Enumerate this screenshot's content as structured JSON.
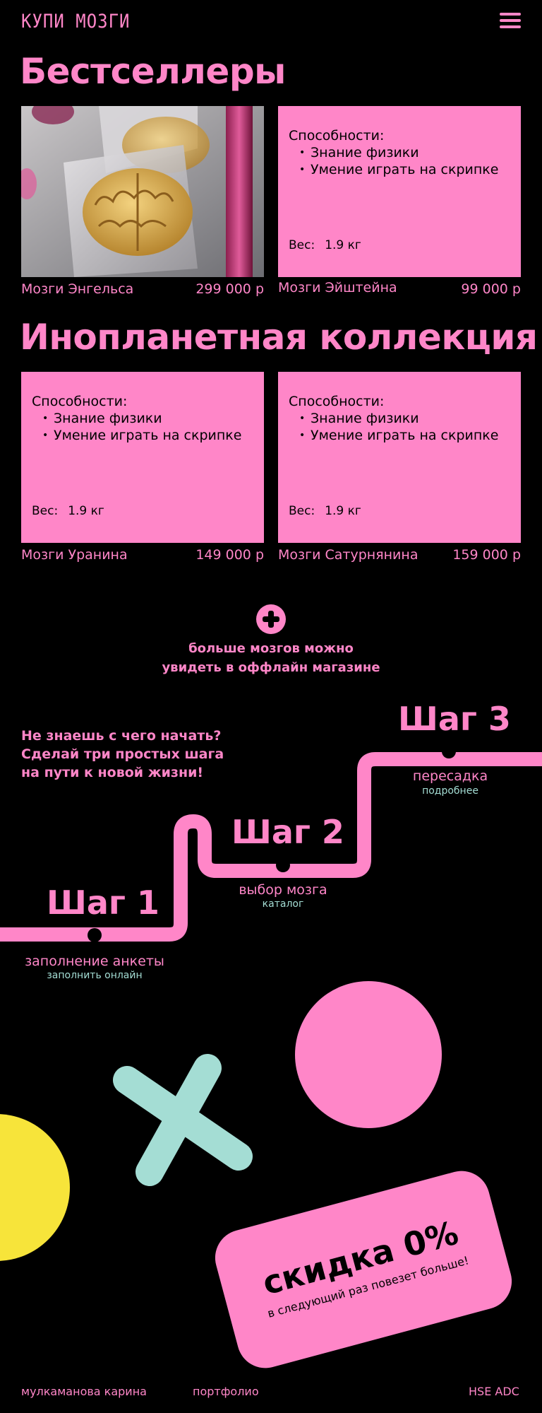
{
  "header": {
    "logo": "КУПИ МОЗГИ",
    "menu_icon": "hamburger-menu-icon"
  },
  "sections": {
    "bestsellers_title": "Бестселлеры",
    "alien_title": "Инопланетная коллекция"
  },
  "bestsellers": [
    {
      "name": "Мозги Энгельса",
      "price": "299 000 р"
    },
    {
      "name": "Мозги Эйштейна",
      "price": "99 000 р",
      "abilities_label": "Способности:",
      "abilities": [
        "Знание физики",
        "Умение играть на скрипке"
      ],
      "weight_label": "Вес:",
      "weight": "1.9 кг"
    }
  ],
  "alien": [
    {
      "name": "Мозги Уранина",
      "price": "149 000 р",
      "abilities_label": "Способности:",
      "abilities": [
        "Знание физики",
        "Умение играть на скрипке"
      ],
      "weight_label": "Вес:",
      "weight": "1.9 кг"
    },
    {
      "name": "Мозги Сатурнянина",
      "price": "159 000 р",
      "abilities_label": "Способности:",
      "abilities": [
        "Знание физики",
        "Умение играть на скрипке"
      ],
      "weight_label": "Вес:",
      "weight": "1.9 кг"
    }
  ],
  "more": {
    "icon": "plus-circle-icon",
    "line1": "больше мозгов можно",
    "line2": "увидеть в оффлайн магазине"
  },
  "steps_intro": [
    "Не знаешь с чего начать?",
    "Сделай три простых шага",
    "на пути к новой жизни!"
  ],
  "steps": [
    {
      "title": "Шаг 1",
      "label": "заполнение анкеты",
      "link": "заполнить онлайн"
    },
    {
      "title": "Шаг 2",
      "label": "выбор мозга",
      "link": "каталог"
    },
    {
      "title": "Шаг 3",
      "label": "пересадка",
      "link": "подробнее"
    }
  ],
  "discount": {
    "title": "скидка 0%",
    "subtitle": "в следующий раз повезет больше!"
  },
  "footer": {
    "author": "мулкаманова карина",
    "portfolio": "портфолио",
    "school": "HSE ADC"
  },
  "colors": {
    "pink": "#ff86c8",
    "mint": "#a4ddd4",
    "yellow": "#f7e43a",
    "background": "#000000"
  }
}
